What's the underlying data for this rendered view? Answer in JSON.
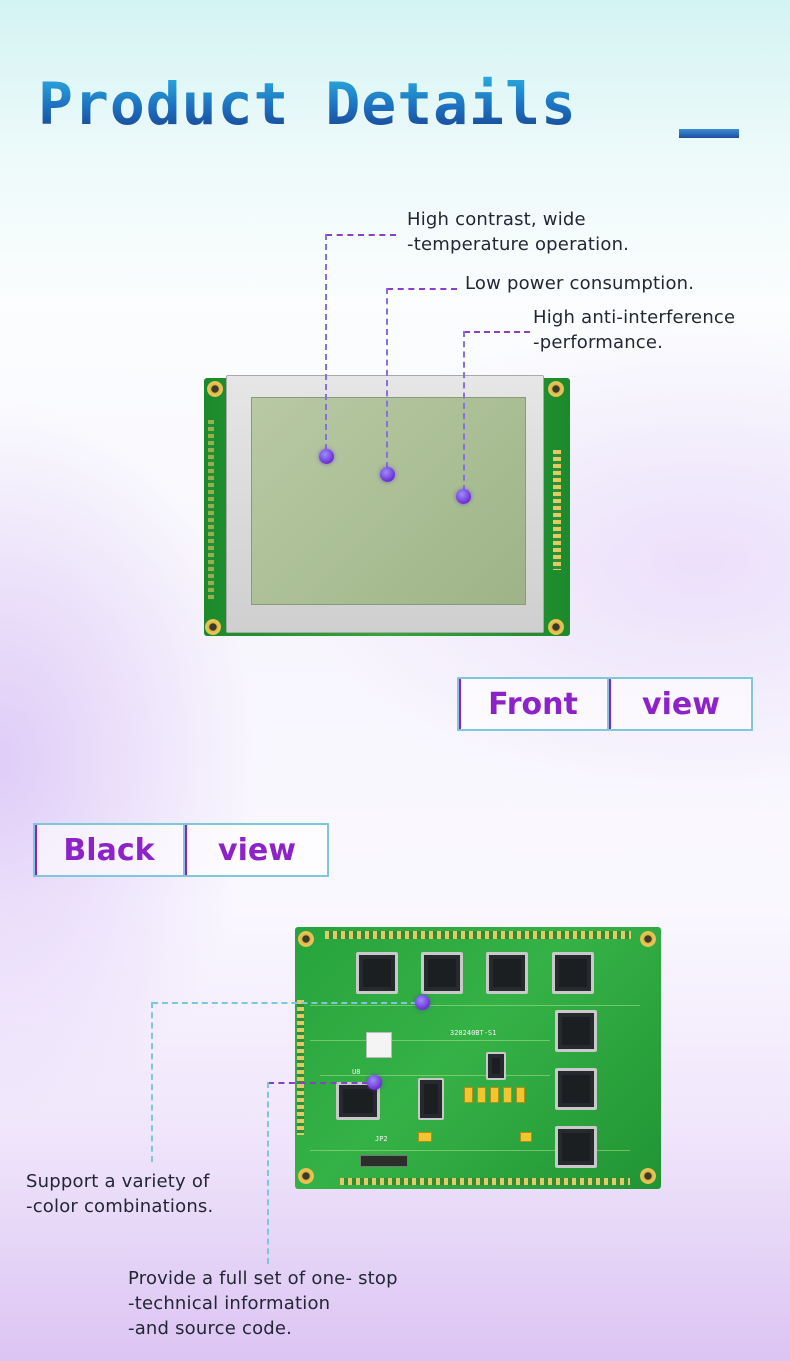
{
  "header": {
    "title": "Product Details"
  },
  "front_features": [
    "High contrast, wide\n-temperature operation.",
    "Low power consumption.",
    "High anti-interference\n-performance."
  ],
  "front_label": {
    "word1": "Front",
    "word2": "view"
  },
  "back_label": {
    "word1": "Black",
    "word2": "view"
  },
  "back_features": [
    "Support a variety of\n-color combinations.",
    "Provide a full set of one- stop\n-technical information\n-and source code."
  ],
  "pcb_marks": {
    "part_number": "320240BT-S1",
    "jp2": "JP2",
    "u8": "U8"
  },
  "colors": {
    "accent_purple": "#8e22c9",
    "accent_cyan": "#7cc9df",
    "title_blue": "#1d6fbf",
    "pcb_green": "#2fa83f"
  }
}
